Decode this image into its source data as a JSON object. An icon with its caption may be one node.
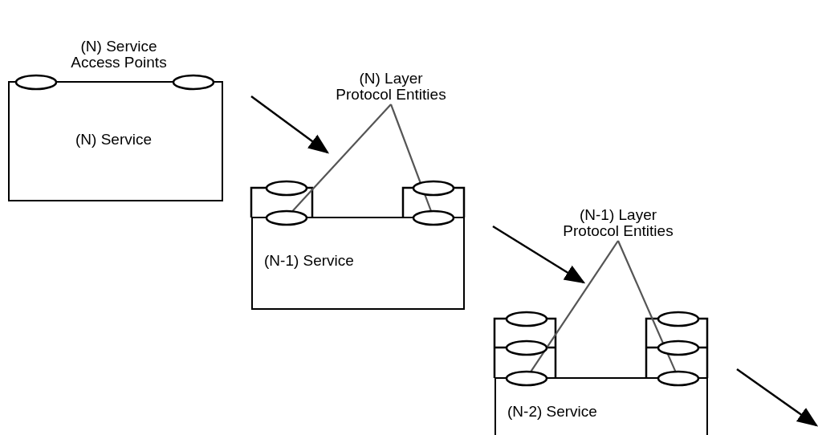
{
  "diagram": {
    "nodes": [
      {
        "text": [
          "(N) Service"
        ]
      },
      {
        "text": [
          "(N-1) Service"
        ]
      },
      {
        "text": [
          "(N) Layer Protocol Entities"
        ]
      },
      {
        "text": [],
        "shape": "ellipse"
      },
      {
        "text": [],
        "shape": "ellipse"
      },
      {
        "text": [
          "(N-2) Service"
        ]
      },
      {
        "text": [
          "(N-1) Layer Protocol Entities"
        ]
      },
      {
        "text": [],
        "shape": "ellipse"
      },
      {
        "text": [],
        "shape": "ellipse"
      }
    ],
    "edges": [
      {
        "from": 2,
        "to": 3,
        "arrow": "none"
      },
      {
        "from": 2,
        "to": 4,
        "arrow": "none"
      },
      {
        "from": 6,
        "to": 7,
        "arrow": "none"
      },
      {
        "from": 6,
        "to": 8,
        "arrow": "none"
      }
    ],
    "labels": [
      "(N) Service Access Points"
    ]
  }
}
